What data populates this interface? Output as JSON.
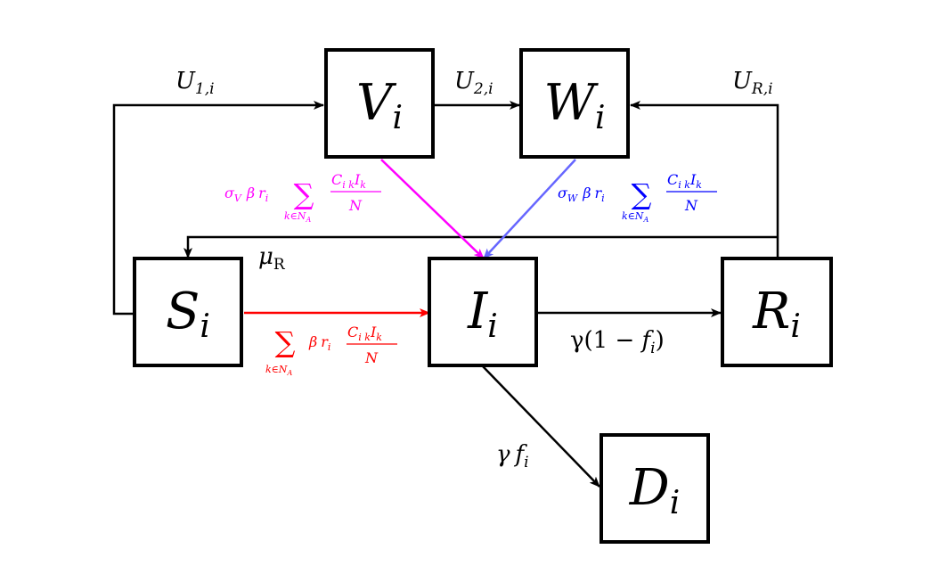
{
  "nodes": {
    "S": {
      "main": "S",
      "sub": "i"
    },
    "V": {
      "main": "V",
      "sub": "i"
    },
    "W": {
      "main": "W",
      "sub": "i"
    },
    "I": {
      "main": "I",
      "sub": "i"
    },
    "R": {
      "main": "R",
      "sub": "i"
    },
    "D": {
      "main": "D",
      "sub": "i"
    }
  },
  "labels": {
    "u1": {
      "main": "U",
      "sub": "1,i"
    },
    "u2": {
      "main": "U",
      "sub": "2,i"
    },
    "ur": {
      "main": "U",
      "sub": "R,i"
    },
    "mu": {
      "main": "μ",
      "sub": "R"
    },
    "recover": {
      "pre": "γ(1 − ",
      "f": "f",
      "sub": "i",
      "post": ")"
    },
    "death": {
      "gamma": "γ",
      "f": "f",
      "sub": "i"
    },
    "force_v": {
      "sigma": "σ",
      "sigma_sub": "V",
      "beta": "β",
      "r": "r",
      "r_sub": "i",
      "sum": "∑",
      "sum_sub": "k∈N",
      "sum_sub2": "A",
      "num": "C",
      "num_sub": "i k",
      "num2": "I",
      "num2_sub": "k",
      "den": "N"
    },
    "force_w": {
      "sigma": "σ",
      "sigma_sub": "W",
      "beta": "β",
      "r": "r",
      "r_sub": "i",
      "sum": "∑",
      "sum_sub": "k∈N",
      "sum_sub2": "A",
      "num": "C",
      "num_sub": "i k",
      "num2": "I",
      "num2_sub": "k",
      "den": "N"
    },
    "force_s": {
      "beta": "β",
      "r": "r",
      "r_sub": "i",
      "sum": "∑",
      "sum_sub": "k∈N",
      "sum_sub2": "A",
      "num": "C",
      "num_sub": "i k",
      "num2": "I",
      "num2_sub": "k",
      "den": "N"
    }
  },
  "colors": {
    "black": "#000000",
    "magenta": "#ff00ff",
    "blue": "#6666ff",
    "blue_text": "#0000ff",
    "red": "#ff0000"
  }
}
